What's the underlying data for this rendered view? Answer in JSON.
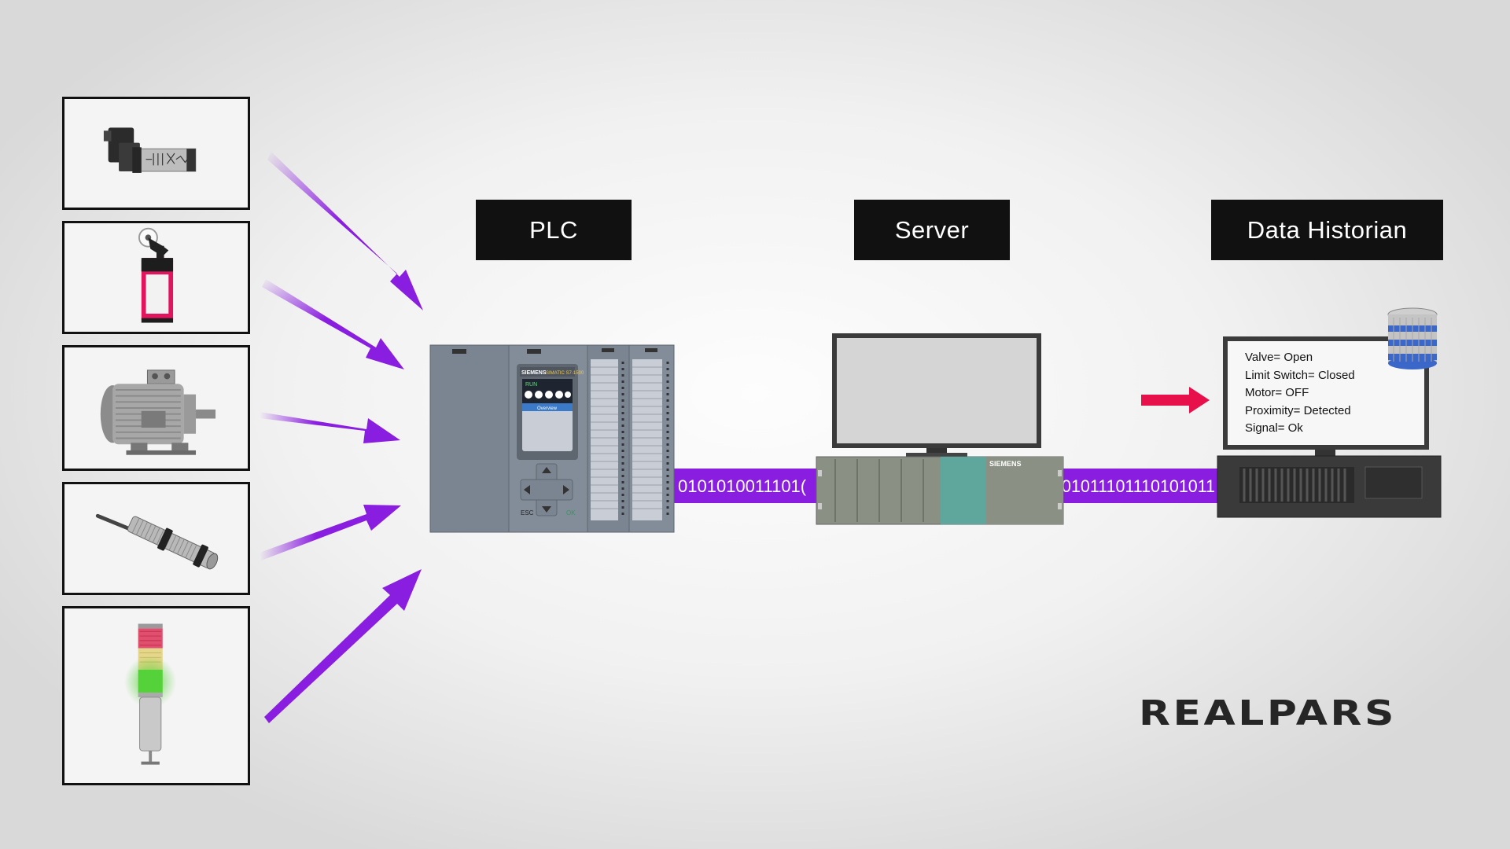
{
  "labels": {
    "plc": "PLC",
    "server": "Server",
    "historian": "Data Historian"
  },
  "data_streams": {
    "plc_to_server": "0101010011101(",
    "server_to_historian": "01011101110101011"
  },
  "plc_display": {
    "brand": "SIEMENS",
    "model": "SIMATIC S7-1500",
    "status": "RUN",
    "screen": "Overview",
    "esc_key": "ESC",
    "ok_key": "OK"
  },
  "server_brand": "SIEMENS",
  "historian_values": [
    "Valve= Open",
    "Limit Switch= Closed",
    "Motor= OFF",
    "Proximity= Detected",
    "Signal= Ok"
  ],
  "logo": "REALPARS",
  "devices": [
    {
      "icon": "solenoid-valve-icon"
    },
    {
      "icon": "limit-switch-icon"
    },
    {
      "icon": "electric-motor-icon"
    },
    {
      "icon": "proximity-sensor-icon"
    },
    {
      "icon": "signal-tower-icon"
    }
  ],
  "colors": {
    "arrow": "#8a1ee0",
    "data_band": "#8a1ee0",
    "historian_arrow": "#e8104a",
    "label_bg": "#111111",
    "signal_green": "#55d23a",
    "limit_switch_pink": "#e0155e"
  }
}
